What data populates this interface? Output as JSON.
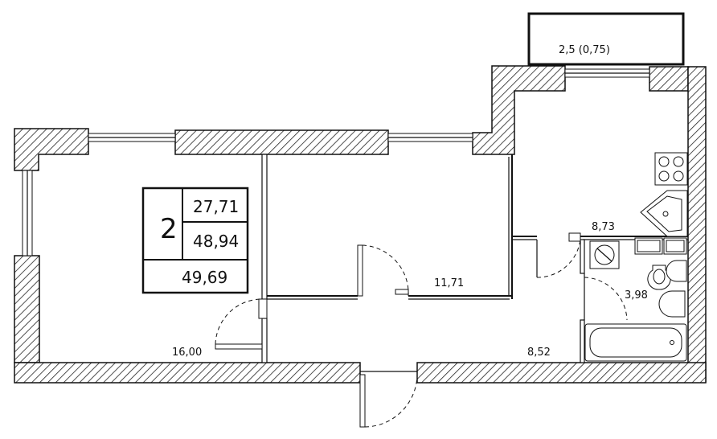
{
  "summary": {
    "rooms": "2",
    "living_area": "27,71",
    "total_area": "48,94",
    "total_area_with_balcony": "49,69"
  },
  "rooms": {
    "room_large": "16,00",
    "room_middle": "11,71",
    "kitchen": "8,73",
    "bathroom": "3,98",
    "hallway": "8,52",
    "balcony": "2,5 (0,75)"
  }
}
